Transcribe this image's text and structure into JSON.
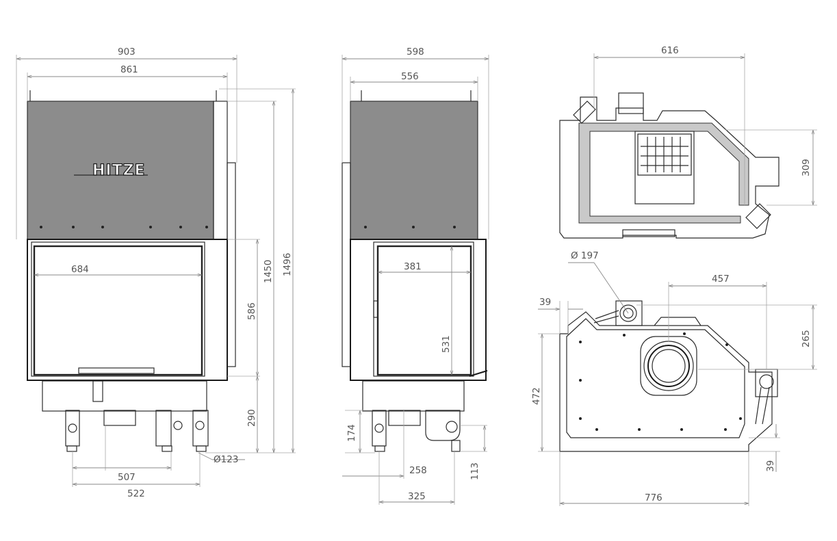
{
  "brand": {
    "logo_text": "HITZE"
  },
  "views": {
    "front": {
      "dims": {
        "total_width": "903",
        "body_width": "861",
        "glass_width": "684",
        "total_height": "1496",
        "body_height": "1450",
        "glass_height": "586",
        "base_height": "290",
        "flue_diameter": "123",
        "leg_span_inner": "507",
        "leg_span_outer": "522"
      }
    },
    "side": {
      "dims": {
        "total_width": "598",
        "body_width": "556",
        "glass_width": "381",
        "glass_height": "531",
        "leg_height": "174",
        "flue_offset": "258",
        "air_inlet_height": "113",
        "leg_span": "325"
      }
    },
    "top_section": {
      "dims": {
        "width": "616",
        "offset": "309"
      }
    },
    "top_view": {
      "dims": {
        "outlet_diameter": "197",
        "left_offset": "39",
        "outlet_offset": "457",
        "depth_offset": "265",
        "depth": "472",
        "right_offset": "39",
        "total_width": "776"
      }
    }
  }
}
